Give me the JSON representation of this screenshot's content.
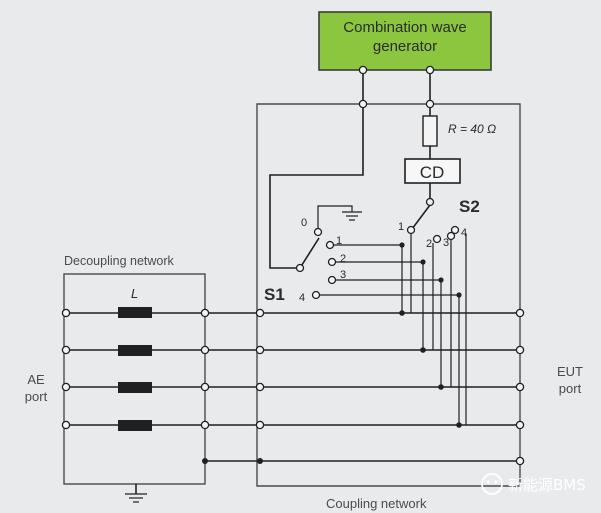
{
  "labels": {
    "generator_line1": "Combination wave",
    "generator_line2": "generator",
    "resistor": "R = 40 Ω",
    "cd": "CD",
    "s1": "S1",
    "s2": "S2",
    "decoupling_network": "Decoupling network",
    "inductor": "L",
    "ae_port_line1": "AE",
    "ae_port_line2": "port",
    "eut_port_line1": "EUT",
    "eut_port_line2": "port",
    "coupling_network": "Coupling network",
    "s1_pos0": "0",
    "s1_pos1": "1",
    "s1_pos2": "2",
    "s1_pos3": "3",
    "s1_pos4": "4",
    "s2_pos1": "1",
    "s2_pos2": "2",
    "s2_pos3": "3",
    "s2_pos4": "4",
    "watermark": "新能源BMS"
  },
  "colors": {
    "generator_fill": "#8cc63f",
    "line": "#1f2022",
    "background": "#e9eaec"
  }
}
